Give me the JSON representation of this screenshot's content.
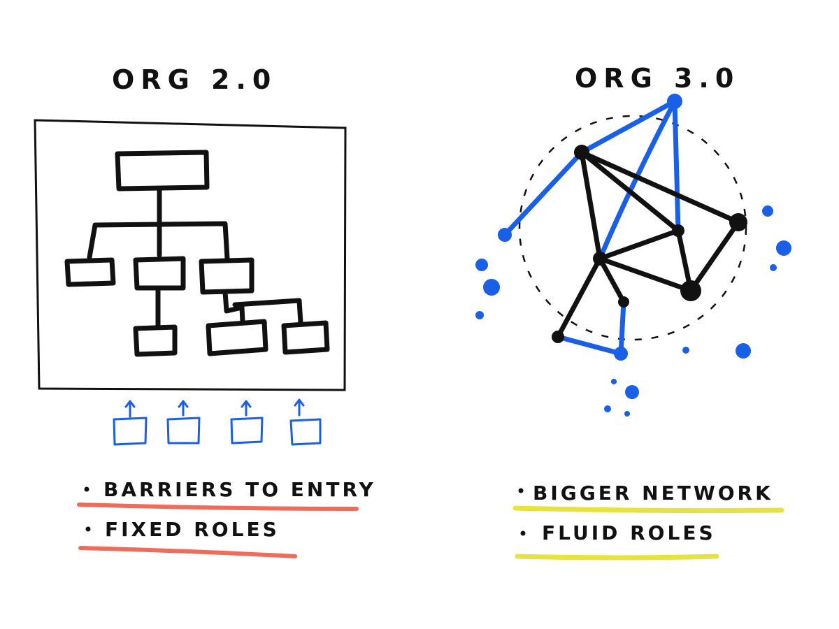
{
  "colors": {
    "ink": "#111111",
    "blue": "#1a5fe8",
    "red_underline": "#ef6b5a",
    "yellow_underline": "#e8e23a"
  },
  "left_panel": {
    "title": "ORG 2.0",
    "bullets": [
      {
        "text": "BARRIERS TO ENTRY"
      },
      {
        "text": "FIXED ROLES"
      }
    ]
  },
  "right_panel": {
    "title": "ORG 3.0",
    "bullets": [
      {
        "text": "BIGGER NETWORK"
      },
      {
        "text": "FLUID ROLES"
      }
    ]
  }
}
